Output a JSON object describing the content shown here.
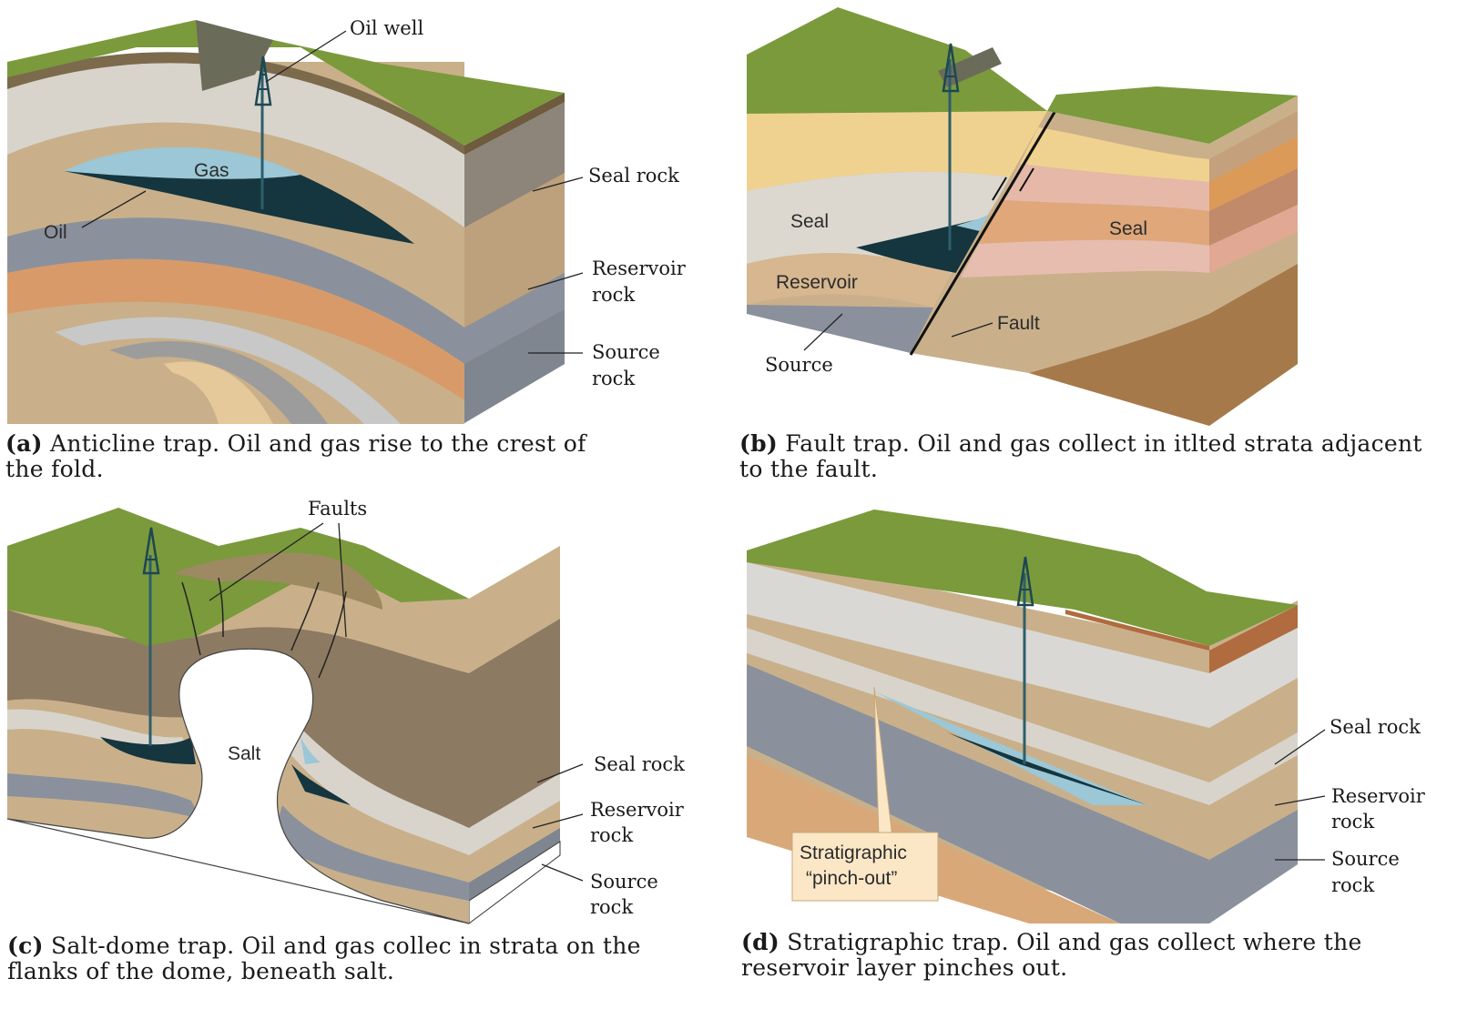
{
  "panels": {
    "a": {
      "labels": {
        "oil_well": "Oil well",
        "gas": "Gas",
        "oil": "Oil",
        "seal_rock": "Seal rock",
        "reservoir_1": "Reservoir",
        "reservoir_2": "rock",
        "source_1": "Source",
        "source_2": "rock"
      },
      "caption_letter": "(a)",
      "caption_text": " Anticline trap. Oil and gas rise to the crest of the fold."
    },
    "b": {
      "labels": {
        "seal_left": "Seal",
        "seal_right": "Seal",
        "reservoir": "Reservoir",
        "fault": "Fault",
        "source": "Source"
      },
      "caption_letter": "(b)",
      "caption_text": " Fault trap. Oil and gas collect in itlted strata adjacent to the fault."
    },
    "c": {
      "labels": {
        "faults": "Faults",
        "salt": "Salt",
        "seal_rock": "Seal rock",
        "reservoir_1": "Reservoir",
        "reservoir_2": "rock",
        "source_1": "Source",
        "source_2": "rock"
      },
      "caption_letter": "(c)",
      "caption_text": " Salt-dome trap. Oil and gas collec in strata on the flanks of the dome, beneath salt."
    },
    "d": {
      "labels": {
        "callout_1": "Stratigraphic",
        "callout_2": "“pinch-out”",
        "seal_rock": "Seal rock",
        "reservoir_1": "Reservoir",
        "reservoir_2": "rock",
        "source_1": "Source",
        "source_2": "rock"
      },
      "caption_letter": "(d)",
      "caption_text": " Stratigraphic trap. Oil and gas collect where the reservoir layer pinches out."
    }
  },
  "colors": {
    "grass": "#7a9a3c",
    "seal": "#d8d4cc",
    "reservoir": "#c9b08a",
    "source": "#8a919c",
    "orange": "#d99a6a",
    "gas": "#9cc7d6",
    "oil": "#15353f",
    "salt": "#ffffff",
    "callout_bg": "#fbe7c6"
  }
}
